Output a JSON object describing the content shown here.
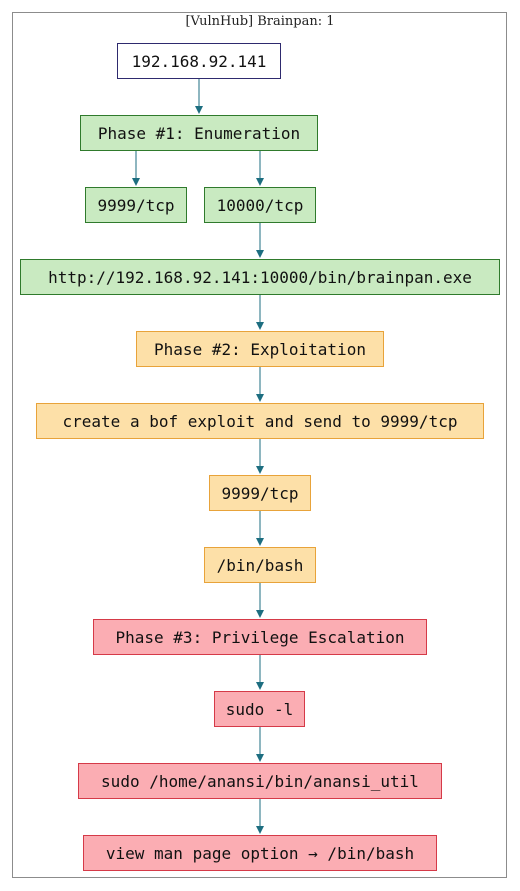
{
  "diagram": {
    "title": "[VulnHub] Brainpan: 1",
    "colors": {
      "edge": "#1d6e80",
      "start_border": "#2e2a6e",
      "phase1_fill": "#c9eac1",
      "phase1_border": "#2f7a2c",
      "phase2_fill": "#fde0a8",
      "phase2_border": "#e8a33a",
      "phase3_fill": "#fbadb3",
      "phase3_border": "#d53a48"
    },
    "nodes": {
      "ip": "192.168.92.141",
      "phase1": "Phase #1: Enumeration",
      "port9999": "9999/tcp",
      "port10000": "10000/tcp",
      "url": "http://192.168.92.141:10000/bin/brainpan.exe",
      "phase2": "Phase #2: Exploitation",
      "exploit": "create a bof exploit and send to 9999/tcp",
      "port9999b": "9999/tcp",
      "binbash": "/bin/bash",
      "phase3": "Phase #3: Privilege Escalation",
      "sudol": "sudo -l",
      "sudoutil": "sudo /home/anansi/bin/anansi_util",
      "manpage": "view man page option → /bin/bash"
    }
  }
}
